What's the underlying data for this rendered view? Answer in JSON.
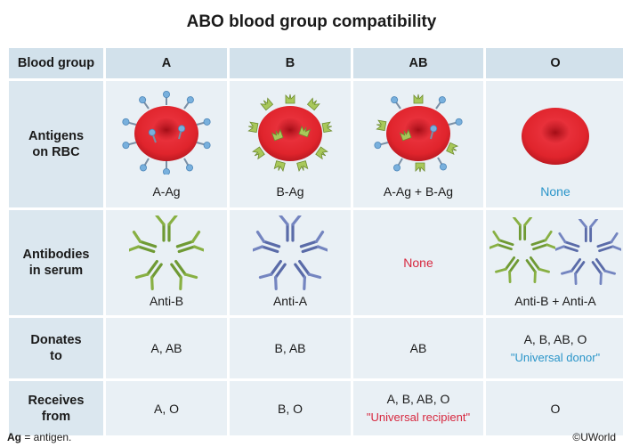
{
  "title": "ABO blood group compatibility",
  "header": {
    "row_label": "Blood group",
    "groups": [
      "A",
      "B",
      "AB",
      "O"
    ]
  },
  "rows": {
    "antigens": {
      "label_line1": "Antigens",
      "label_line2": "on RBC",
      "values": [
        "A-Ag",
        "B-Ag",
        "A-Ag + B-Ag",
        "None"
      ]
    },
    "antibodies": {
      "label_line1": "Antibodies",
      "label_line2": "in serum",
      "values": [
        "Anti-B",
        "Anti-A",
        "None",
        "Anti-B + Anti-A"
      ]
    },
    "donates": {
      "label_line1": "Donates",
      "label_line2": "to",
      "values": [
        "A, AB",
        "B, AB",
        "AB",
        "A, B, AB, O"
      ],
      "note": "\"Universal donor\""
    },
    "receives": {
      "label_line1": "Receives",
      "label_line2": "from",
      "values": [
        "A, O",
        "B, O",
        "A, B, AB, O",
        "O"
      ],
      "note": "\"Universal recipient\""
    }
  },
  "footnote": {
    "abbr": "Ag",
    "text": " = antigen."
  },
  "copyright": "©UWorld",
  "colors": {
    "rbc": "#e0242c",
    "a_antigen": "#6fa8d8",
    "b_antigen": "#9bbf4a",
    "anti_b": "#6f9a34",
    "anti_a": "#6677b0",
    "blue_text": "#2a95c9",
    "red_text": "#d7283f"
  }
}
